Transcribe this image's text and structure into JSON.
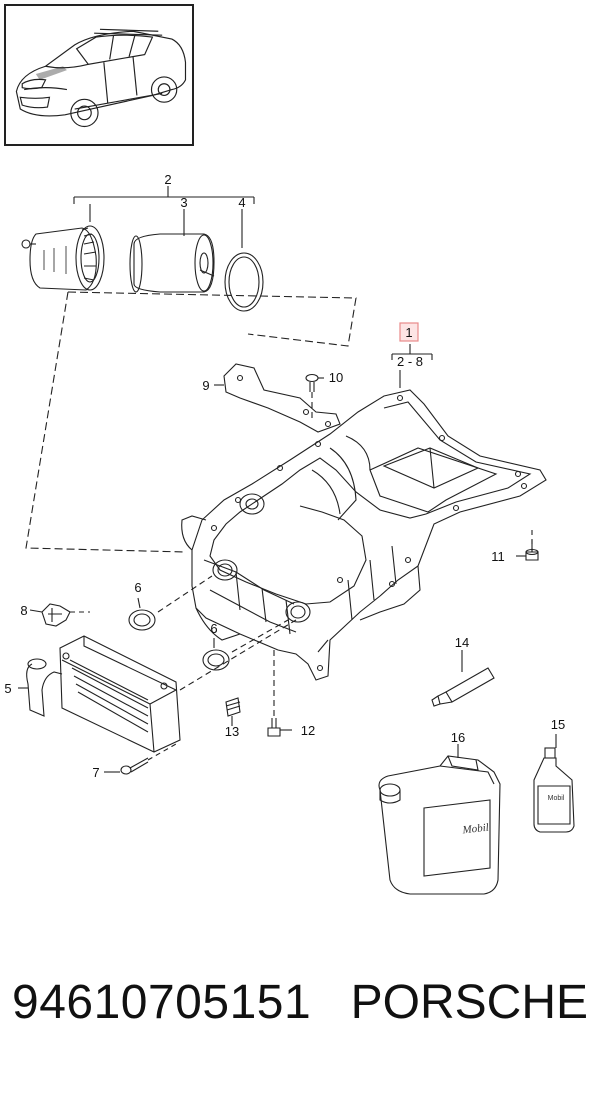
{
  "callouts": {
    "c1": "1",
    "c1_range": "2 - 8",
    "c2": "2",
    "c3": "3",
    "c4": "4",
    "c5": "5",
    "c6a": "6",
    "c6b": "6",
    "c7": "7",
    "c8": "8",
    "c9": "9",
    "c10": "10",
    "c11": "11",
    "c12": "12",
    "c13": "13",
    "c14": "14",
    "c15": "15",
    "c16": "16"
  },
  "labels": {
    "canister_brand": "Mobil",
    "bottle_brand": "Mobil"
  },
  "footer": {
    "part_number": "94610705151",
    "brand": "PORSCHE"
  },
  "colors": {
    "highlight_box": "#e88a8a",
    "line": "#222222"
  }
}
